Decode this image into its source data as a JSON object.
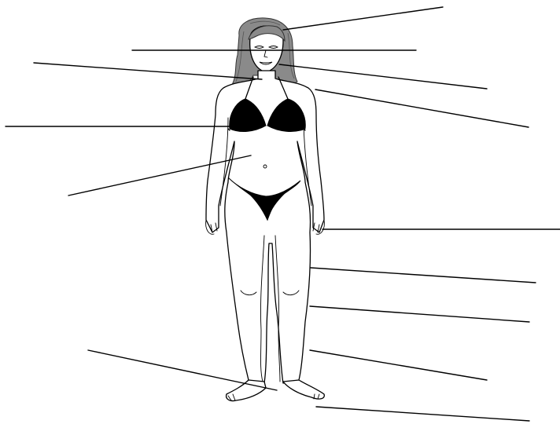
{
  "diagram": {
    "type": "labeling-worksheet",
    "subject": "human-body-female",
    "label_count": 14,
    "colors": {
      "hair": "#8a8a8a",
      "garment": "#000000",
      "lines": "#000000",
      "background": "#ffffff"
    }
  }
}
